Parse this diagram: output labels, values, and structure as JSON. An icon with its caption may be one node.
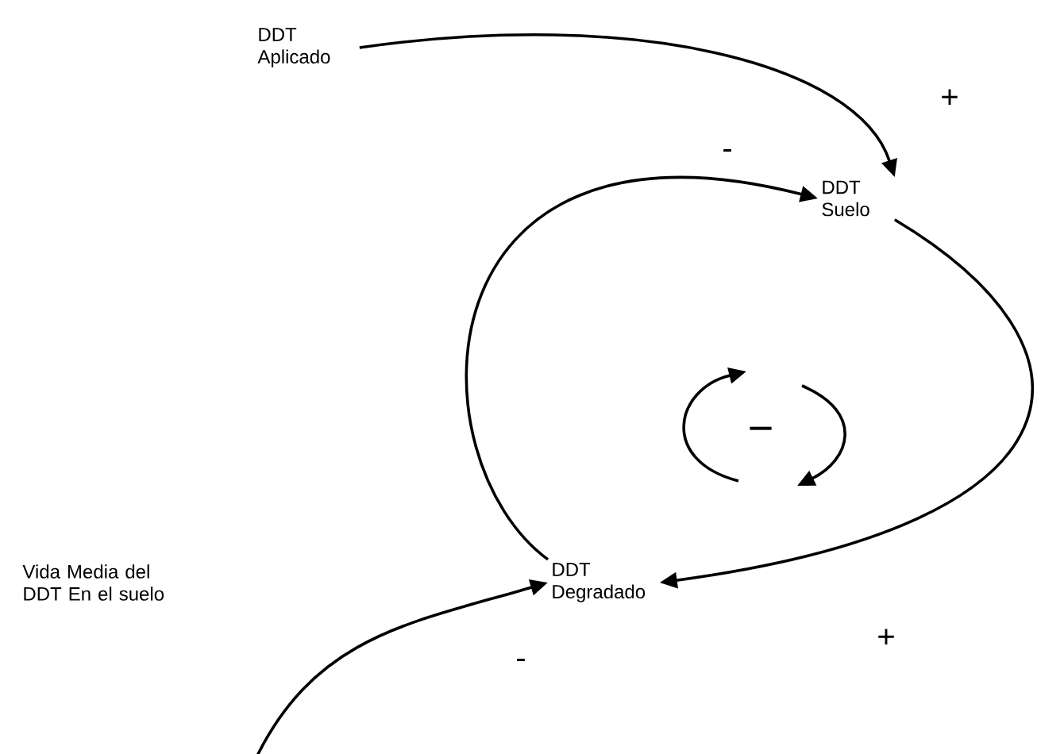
{
  "diagram": {
    "nodes": [
      {
        "text": [
          "DDT Aplicado"
        ]
      },
      {
        "text": [
          "DDT Suelo"
        ]
      },
      {
        "text": [
          "Vida Media del DDT En el suelo"
        ]
      },
      {
        "text": [
          "DDT Degradado"
        ]
      }
    ],
    "edges": [
      {
        "from": 0,
        "to": 1,
        "arrow": "to",
        "label": "+"
      },
      {
        "from": 1,
        "to": 3,
        "arrow": "to",
        "label": "+"
      },
      {
        "from": 3,
        "to": 1,
        "arrow": "to",
        "label": "-"
      },
      {
        "from": null,
        "to": 3,
        "arrow": "to",
        "label": "-"
      }
    ],
    "labels": [
      "−"
    ]
  }
}
